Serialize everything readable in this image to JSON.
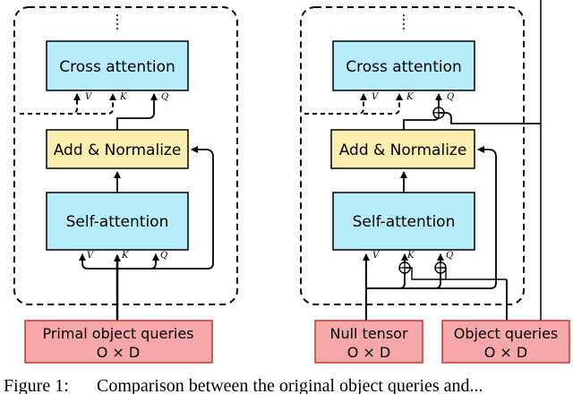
{
  "left_panel": {
    "cross_attention": "Cross attention",
    "add_normalize": "Add & Normalize",
    "self_attention": "Self-attention",
    "cross_ports": {
      "v": "V",
      "k": "K",
      "q": "Q"
    },
    "self_ports": {
      "v": "V",
      "k": "K",
      "q": "Q"
    },
    "input": {
      "line1": "Primal object queries",
      "line2": "O × D"
    }
  },
  "right_panel": {
    "cross_attention": "Cross attention",
    "add_normalize": "Add & Normalize",
    "self_attention": "Self-attention",
    "cross_ports": {
      "v": "V",
      "k": "K",
      "q": "Q"
    },
    "self_ports": {
      "v": "V",
      "k": "K",
      "q": "Q"
    },
    "input_null": {
      "line1": "Null tensor",
      "line2": "O × D"
    },
    "input_object": {
      "line1": "Object queries",
      "line2": "O × D"
    }
  },
  "caption": {
    "label": "Figure 1:",
    "text": "Comparison between the original object queries and..."
  },
  "colors": {
    "attention_fill": "#b7ecfa",
    "normalize_fill": "#fbeeb0",
    "input_fill": "#f6a7a9",
    "input_border": "#c0392b",
    "stroke": "#000000"
  }
}
